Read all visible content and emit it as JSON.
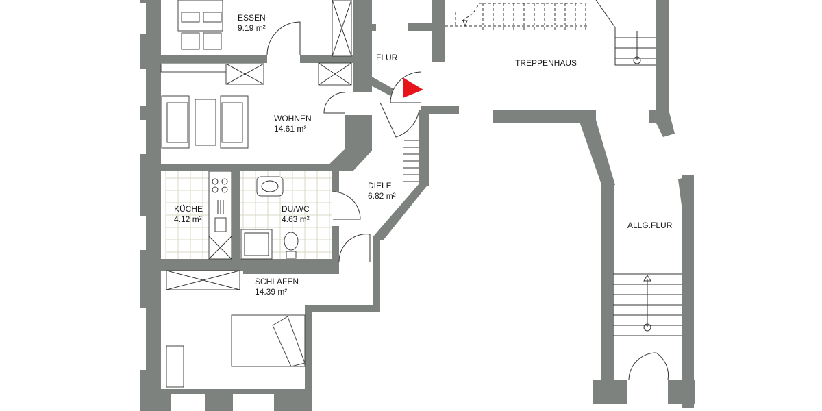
{
  "rooms": {
    "essen": {
      "name": "ESSEN",
      "area": "9.19  m²"
    },
    "flur": {
      "name": "FLUR"
    },
    "treppenhaus": {
      "name": "TREPPENHAUS"
    },
    "wohnen": {
      "name": "WOHNEN",
      "area": "14.61  m²"
    },
    "diele": {
      "name": "DIELE",
      "area": "6.82  m²"
    },
    "kueche": {
      "name": "KÜCHE",
      "area": "4.12  m²"
    },
    "duwc": {
      "name": "DU/WC",
      "area": "4.63  m²"
    },
    "allgflur": {
      "name": "ALLG.FLUR"
    },
    "schlafen": {
      "name": "SCHLAFEN",
      "area": "14.39  m²"
    }
  },
  "colors": {
    "wall": "#7e827e",
    "entrance_marker": "#e8141c",
    "tile": "#d8d8c6"
  },
  "icons": {
    "entrance": "red-triangle-entrance-marker"
  }
}
